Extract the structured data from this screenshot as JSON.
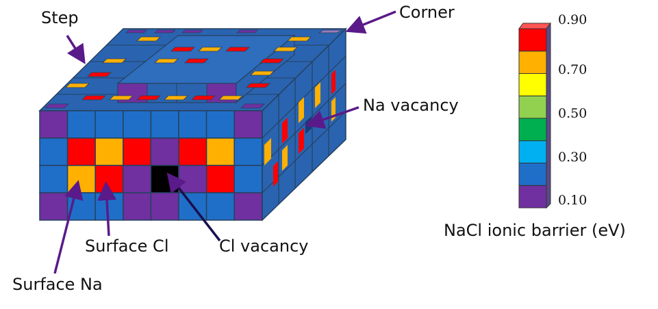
{
  "labels": {
    "step": "Step",
    "corner": "Corner",
    "na_vacancy": "Na vacancy",
    "surface_cl": "Surface Cl",
    "cl_vacancy": "Cl vacancy",
    "surface_na": "Surface Na"
  },
  "colorbar": {
    "title": "NaCl ionic barrier (eV)",
    "ticks": [
      "0.90",
      "0.70",
      "0.50",
      "0.30",
      "0.10"
    ],
    "colors": [
      "#ff0000",
      "#ffb000",
      "#ffff00",
      "#92d050",
      "#00b050",
      "#00b0f0",
      "#1f6fc8",
      "#7030a0"
    ]
  },
  "colors": {
    "violet": "#7030a0",
    "blue": "#1f6fc8",
    "red": "#ff0000",
    "orange": "#ffb000",
    "vacancy": "#000000",
    "arrow": "#5a1a8a"
  },
  "crystal": {
    "front_rows": [
      [
        "violet",
        "blue",
        "blue",
        "blue",
        "blue",
        "blue",
        "blue",
        "violet"
      ],
      [
        "blue",
        "red",
        "orange",
        "red",
        "violet",
        "red",
        "orange",
        "blue"
      ],
      [
        "blue",
        "orange",
        "red",
        "violet",
        "vacancy",
        "violet",
        "red",
        "blue"
      ],
      [
        "violet",
        "blue",
        "blue",
        "violet",
        "violet",
        "blue",
        "blue",
        "violet"
      ]
    ]
  }
}
